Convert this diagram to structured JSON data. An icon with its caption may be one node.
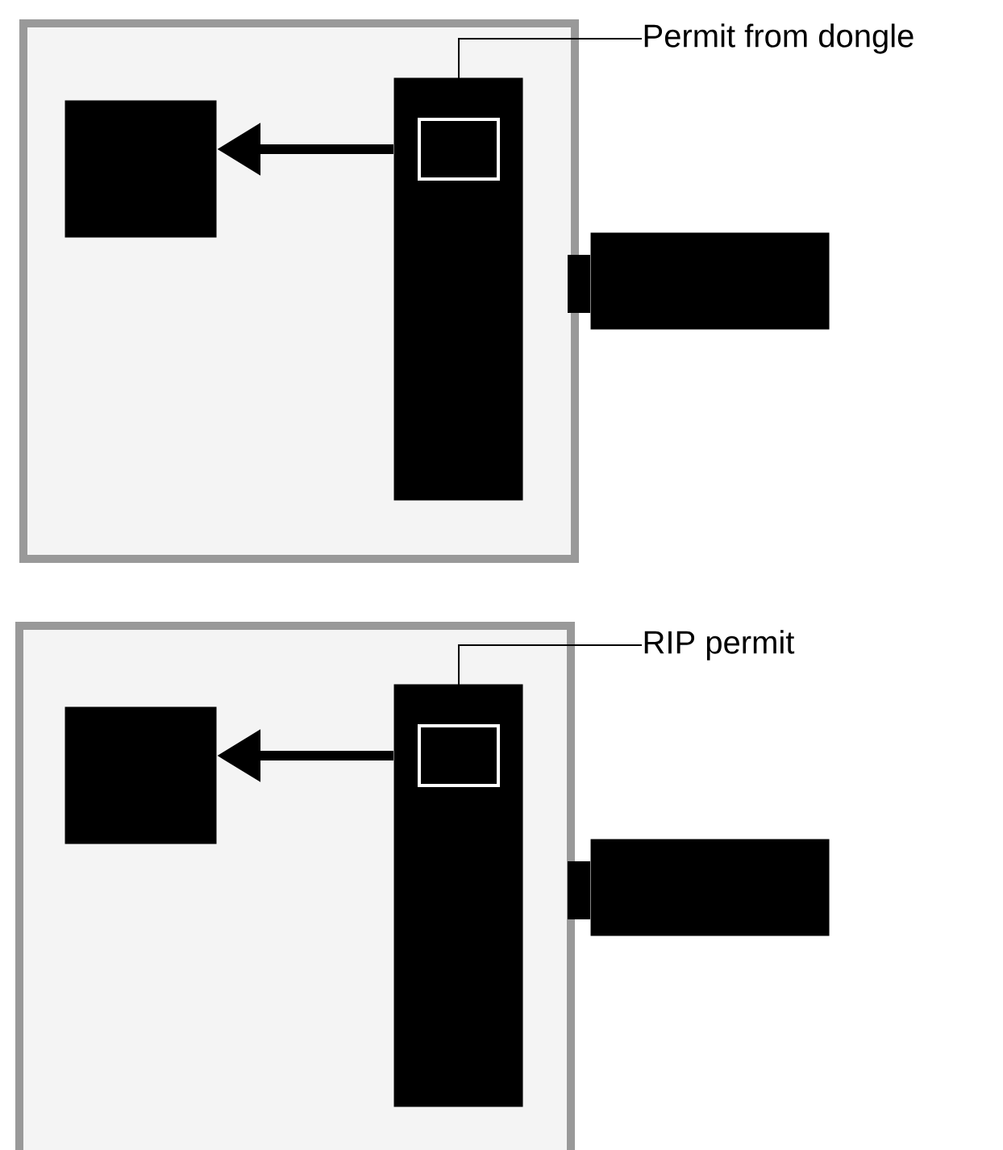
{
  "diagram": {
    "nodes": [
      {
        "text": [],
        "shape": "box"
      },
      {
        "text": [],
        "shape": "box",
        "in": 0
      },
      {
        "text": [],
        "shape": "box",
        "in": 0
      },
      {
        "text": [],
        "shape": "box",
        "in": 2
      },
      {
        "text": [
          "Permit from dongle"
        ]
      },
      {
        "text": [],
        "shape": "box"
      },
      {
        "text": [],
        "shape": "box"
      },
      {
        "text": [],
        "shape": "box",
        "in": 6
      },
      {
        "text": [],
        "shape": "box",
        "in": 6
      },
      {
        "text": [],
        "shape": "box",
        "in": 8
      },
      {
        "text": [
          "RIP permit"
        ]
      },
      {
        "text": [],
        "shape": "box"
      }
    ],
    "edges": [
      {
        "from": 2,
        "to": 1,
        "arrow": "to",
        "style": "thick"
      },
      {
        "from": 4,
        "to": 3,
        "arrow": "none"
      },
      {
        "from": 8,
        "to": 7,
        "arrow": "to",
        "style": "thick"
      },
      {
        "from": 10,
        "to": 9,
        "arrow": "none"
      }
    ]
  }
}
